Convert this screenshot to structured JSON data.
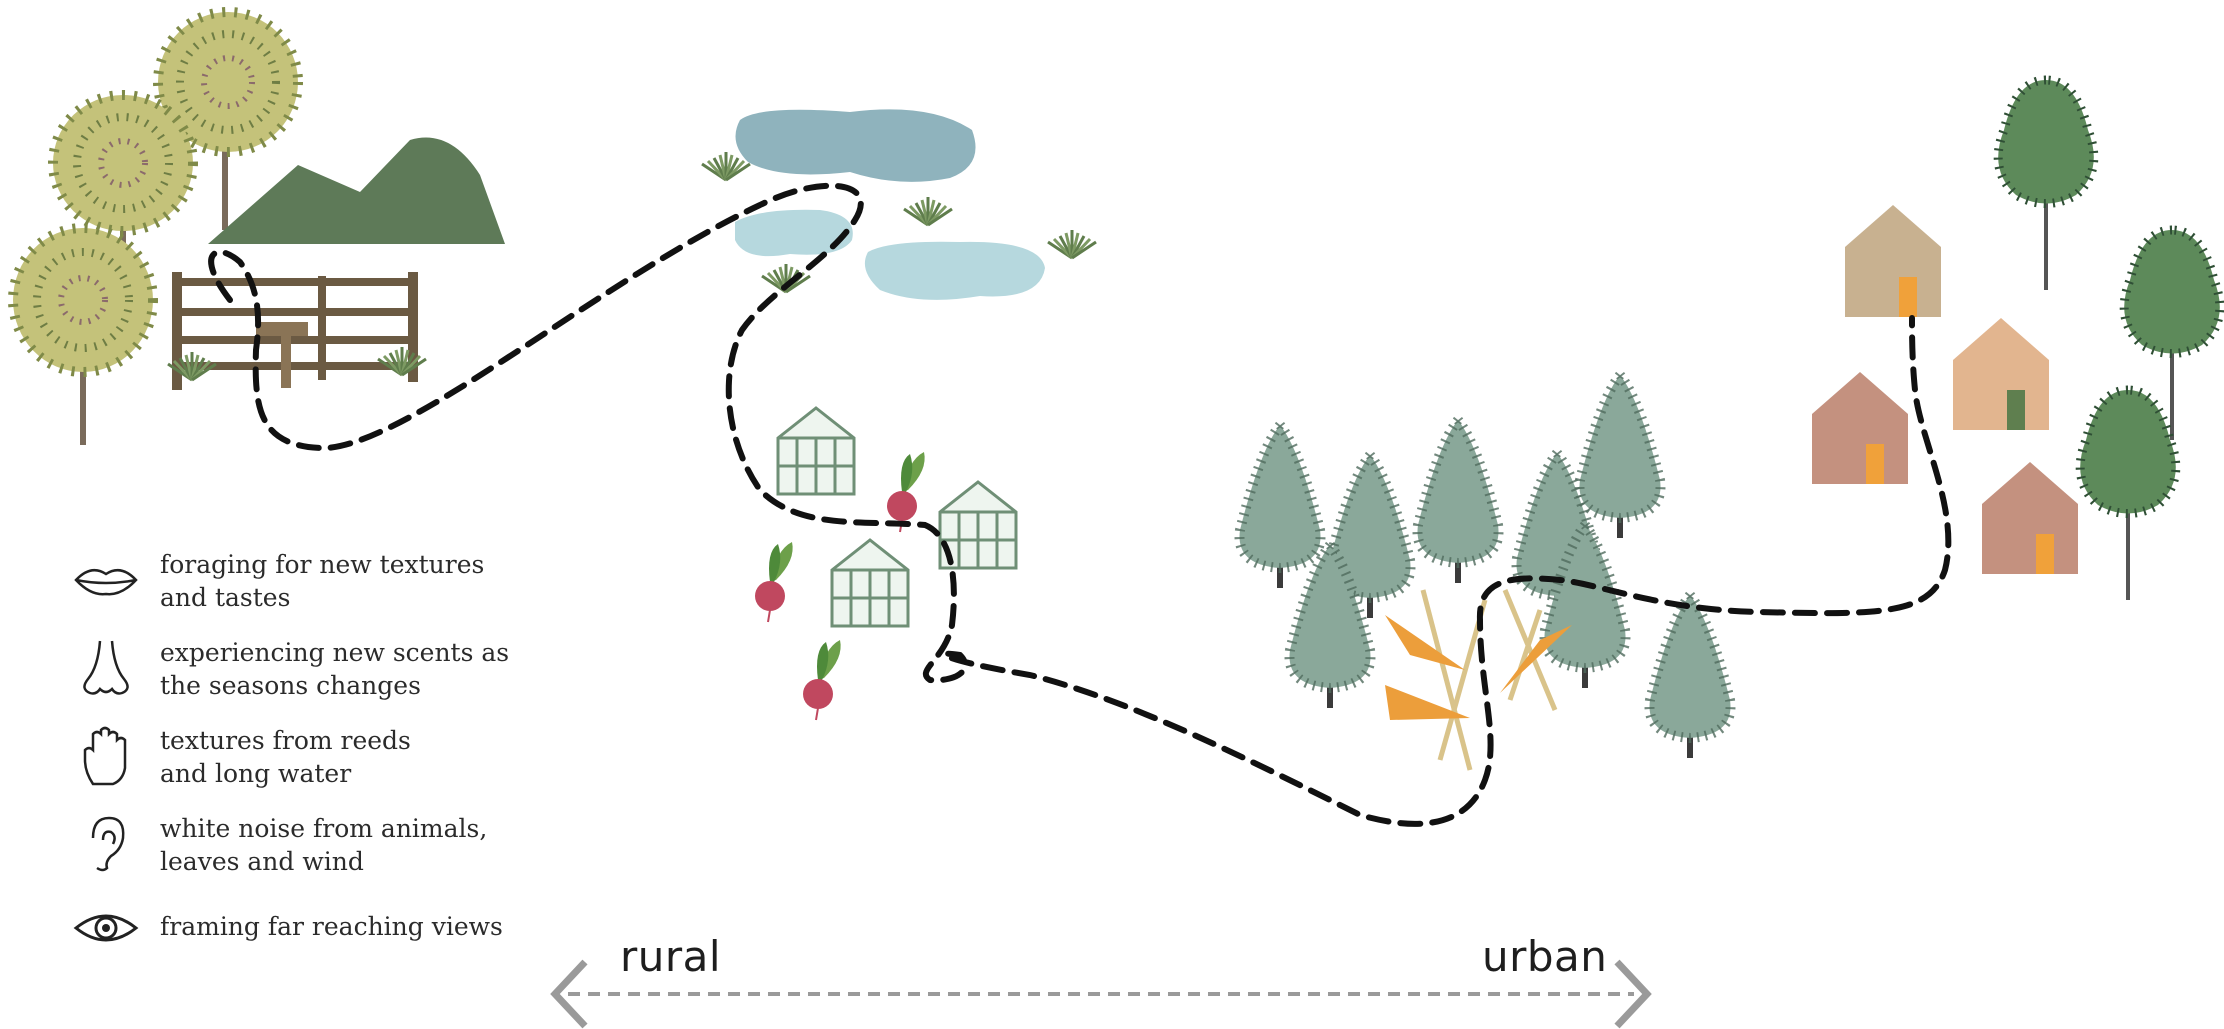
{
  "legend": [
    {
      "icon": "lips-icon",
      "text": "foraging for new textures\nand tastes"
    },
    {
      "icon": "nose-icon",
      "text": "experiencing new scents as\nthe seasons changes"
    },
    {
      "icon": "hand-icon",
      "text": "textures from reeds\nand long water"
    },
    {
      "icon": "ear-icon",
      "text": "white noise from animals,\nleaves and wind"
    },
    {
      "icon": "eye-icon",
      "text": "framing far reaching views"
    }
  ],
  "scale": {
    "left_label": "rural",
    "right_label": "urban"
  },
  "colors": {
    "path": "#111111",
    "hill": "#5e7a58",
    "pond_dark": "#8fb3bd",
    "pond_light": "#b6d8de",
    "greenhouse": "#6f8f76",
    "beet": "#c0485f",
    "beet_leaf": "#6da04a",
    "carrot": "#ec9e3b",
    "pine": "#8aa89a",
    "tree_leaf": "#5d8a5a",
    "fence": "#6b5a43",
    "house_tan": "#c8b190",
    "house_peach": "#e2b58f",
    "house_rose": "#c4917f",
    "door_orange": "#f0a13a",
    "door_green": "#5f7f4f",
    "arrow": "#9a9a9a"
  }
}
